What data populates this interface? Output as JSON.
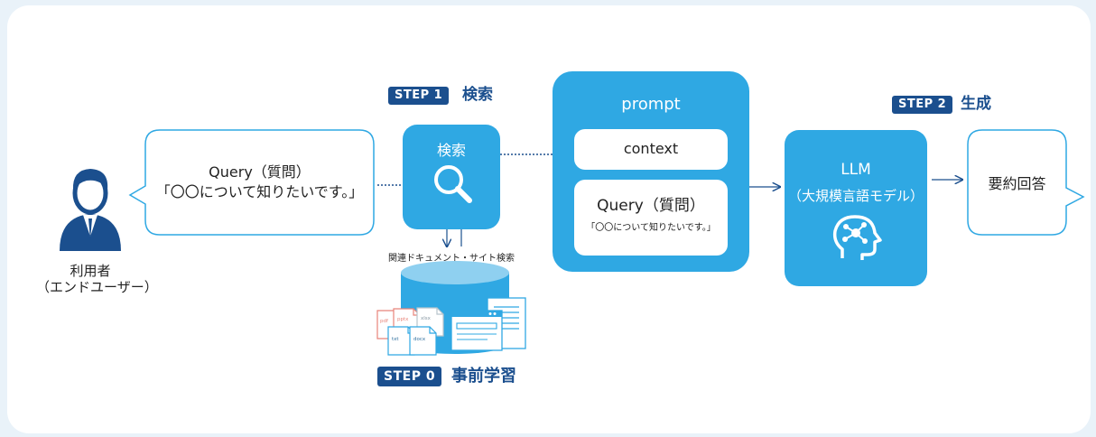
{
  "user": {
    "label_line1": "利用者",
    "label_line2": "（エンドユーザー）"
  },
  "query_bubble": {
    "line1": "Query（質問）",
    "line2": "「〇〇について知りたいです。」"
  },
  "step1": {
    "badge": "STEP 1",
    "title": "検索"
  },
  "search_box": {
    "label": "検索"
  },
  "related_search": {
    "label": "関連ドキュメント・サイト検索"
  },
  "step0": {
    "badge": "STEP 0",
    "title": "事前学習"
  },
  "doc_icons": {
    "labels": [
      "pdf",
      "pptx",
      "xlsx",
      "txt",
      "docx"
    ]
  },
  "prompt": {
    "title": "prompt",
    "context": "context",
    "query_line1": "Query（質問）",
    "query_line2": "「〇〇について知りたいです。」"
  },
  "step2": {
    "badge": "STEP 2",
    "title": "生成"
  },
  "llm": {
    "line1": "LLM",
    "line2": "（大規模言語モデル）"
  },
  "answer": {
    "label": "要約回答"
  },
  "colors": {
    "primary_blue": "#2fa8e3",
    "navy": "#1b4f8e",
    "outline": "#2fa8e3",
    "doc_red": "#e8847a"
  }
}
